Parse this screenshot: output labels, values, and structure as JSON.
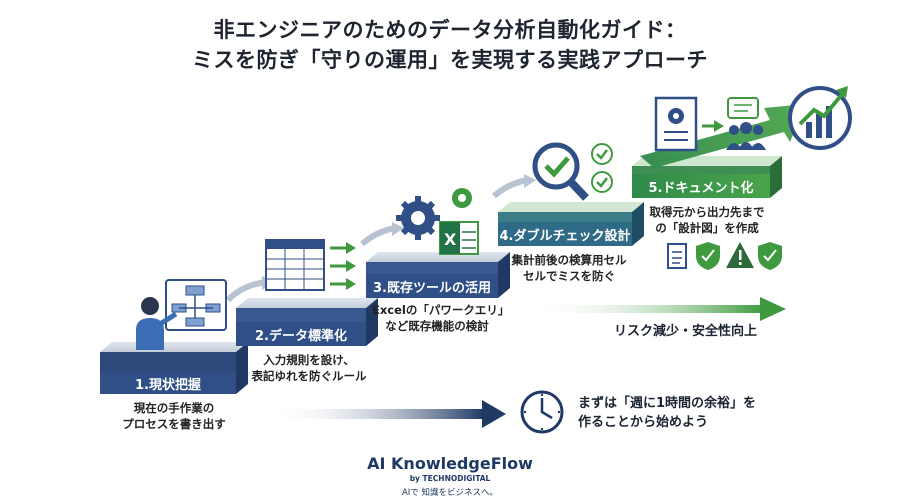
{
  "title": {
    "line1": "非エンジニアのためのデータ分析自動化ガイド：",
    "line2": "ミスを防ぎ「守りの運用」を実現する実践アプローチ"
  },
  "steps": [
    {
      "label": "1.現状把握",
      "desc": [
        "現在の手作業の",
        "プロセスを書き出す"
      ]
    },
    {
      "label": "2.データ標準化",
      "desc": [
        "入力規則を設け、",
        "表記ゆれを防ぐルール"
      ]
    },
    {
      "label": "3.既存ツールの活用",
      "desc": [
        "Excelの「パワークエリ」",
        "など既存機能の検討"
      ]
    },
    {
      "label": "4.ダブルチェック設計",
      "desc": [
        "集計前後の検算用セル",
        "セルでミスを防ぐ"
      ]
    },
    {
      "label": "5.ドキュメント化",
      "desc": [
        "取得元から出力先まで",
        "の「設計図」を作成"
      ]
    }
  ],
  "risk_message": "リスク減少・安全性向上",
  "start_message": [
    "まずは「週に1時間の余裕」を",
    "作ることから始めよう"
  ],
  "icons": [
    "person-flowchart-icon",
    "spreadsheet-icon",
    "gear-excel-icon",
    "magnifier-check-icon",
    "document-gear-icon",
    "chat-team-icon",
    "growth-chart-icon",
    "clock-icon",
    "shield-check-icon",
    "warning-icon"
  ],
  "colors": {
    "step_face": "#2f4f86",
    "step_dark": "#1f3864",
    "green": "#3f9a3f",
    "navy": "#1f3864"
  },
  "brand": {
    "name": "AI KnowledgeFlow",
    "by": "by TECHNODIGITAL",
    "tagline": "AIで 知識をビジネスへ。"
  }
}
